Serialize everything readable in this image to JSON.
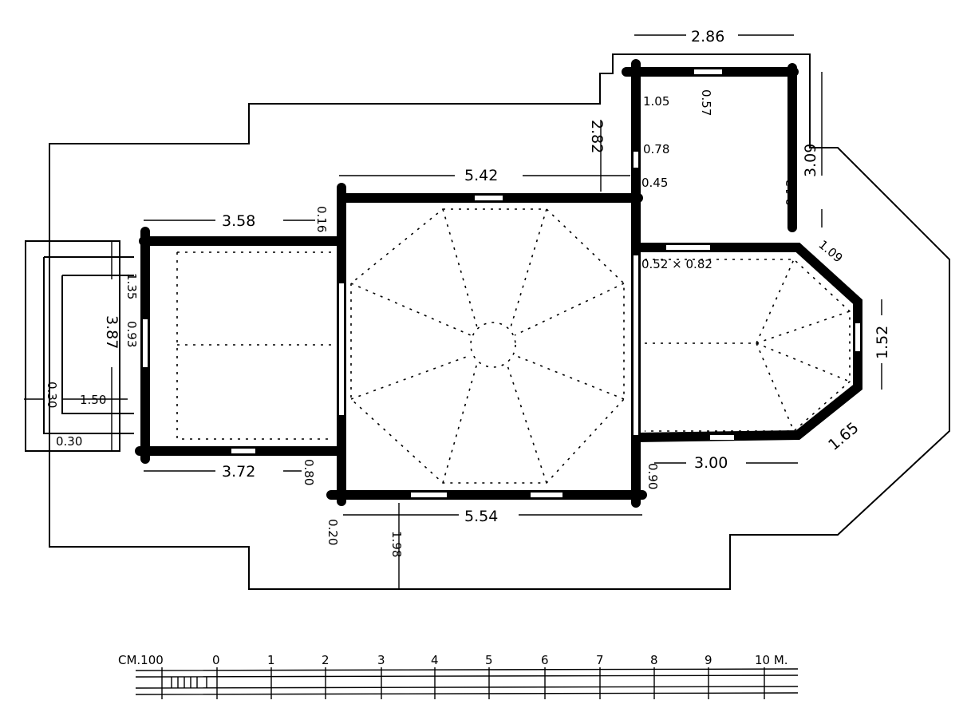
{
  "dimensions": {
    "left_room_top": "3.58",
    "left_room_top_wall": "0.16",
    "central_top": "5.42",
    "tower_width": "2.86",
    "tower_offset": "2.82",
    "tower_window_a": "1.05",
    "tower_window_b": "0.57",
    "tower_door": "0.78",
    "tower_pier": "0.45",
    "tower_depth": "3.09",
    "tower_corner": "0.13",
    "apse_diag_top": "1.09",
    "apse_end": "1.52",
    "apse_diag_bottom": "1.65",
    "apse_bottom": "3.00",
    "apse_opening": "0.52 × 0.82",
    "apse_wall": "0.90",
    "central_bottom": "5.54",
    "central_corner": "0.20",
    "central_offset": "1.98",
    "left_room_bottom": "3.72",
    "left_room_bottom_wall": "0.80",
    "left_room_height": "3.87",
    "porch_top": "1.35",
    "porch_door": "0.93",
    "porch_width": "1.50",
    "porch_side": "0.30",
    "porch_bottom": "0.30"
  },
  "scale_bar": {
    "start_label": "CM.100",
    "ticks": [
      "0",
      "1",
      "2",
      "3",
      "4",
      "5",
      "6",
      "7",
      "8",
      "9"
    ],
    "end_label": "10 M."
  }
}
